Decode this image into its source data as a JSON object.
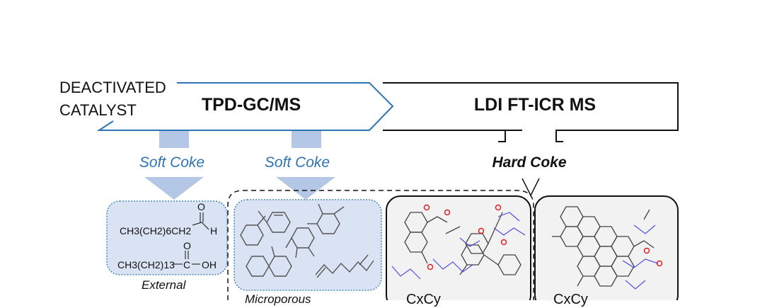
{
  "header": {
    "input_label_line1": "DEACTIVATED",
    "input_label_line2": "CATALYST",
    "stage1_title": "TPD-GC/MS",
    "stage2_title": "LDI FT-ICR MS"
  },
  "coke": {
    "soft_label_1": "Soft Coke",
    "soft_label_2": "Soft Coke",
    "hard_label": "Hard Coke"
  },
  "boxes": {
    "external": {
      "caption": "External",
      "formula1_main": "CH3(CH2)6CH2",
      "formula1_h": "H",
      "formula1_o": "O",
      "formula2_main": "CH3(CH2)13",
      "formula2_c": "C",
      "formula2_oh": "OH",
      "formula2_o": "O"
    },
    "microporous": {
      "caption": "Microporous"
    },
    "box3": {
      "caption": "CxCy"
    },
    "box4": {
      "caption": "CxCy"
    }
  },
  "colors": {
    "arrow_blue": "#2e74b5",
    "light_blue_arrow": "#b4c7e7",
    "box_fill_blue": "#dae3f3",
    "box_fill_gray": "#f2f2f2"
  }
}
